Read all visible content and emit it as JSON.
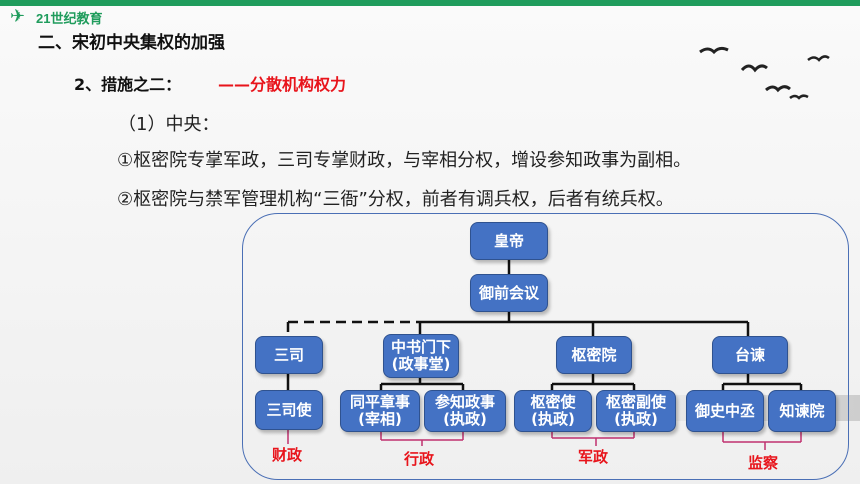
{
  "logo": {
    "text": "21世纪教育"
  },
  "heading": "二、宋初中央集权的加强",
  "measure": {
    "label": "2、措施之二：",
    "highlight": "——分散机构权力"
  },
  "subheading": "（1）中央：",
  "points": [
    "①枢密院专掌军政，三司专掌财政，与宰相分权，增设参知政事为副相。",
    "②枢密院与禁军管理机构“三衙”分权，前者有调兵权，后者有统兵权。"
  ],
  "chart": {
    "emperor": "皇帝",
    "council": "御前会议",
    "level2": [
      "三司",
      "中书门下\n(政事堂)",
      "枢密院",
      "台谏"
    ],
    "level3": [
      "三司使",
      "同平章事\n(宰相)",
      "参知政事\n(执政)",
      "枢密使\n(执政)",
      "枢密副使\n(执政)",
      "御史中丞",
      "知谏院"
    ],
    "labels": [
      "财政",
      "行政",
      "军政",
      "监察"
    ]
  },
  "colors": {
    "box": "#4472c4",
    "label": "#e8141b",
    "accent": "#1f9c5c"
  }
}
